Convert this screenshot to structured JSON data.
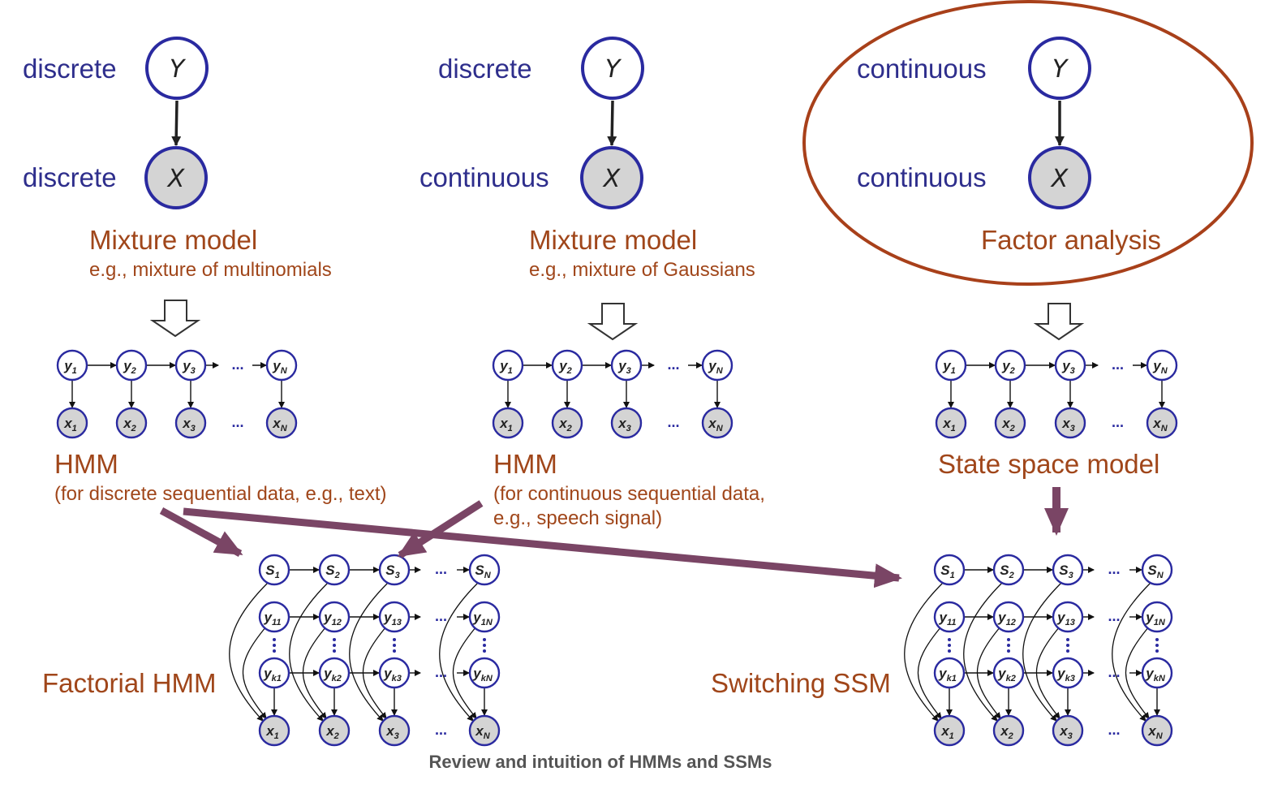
{
  "caption": "Review and intuition of HMMs and SSMs",
  "colors": {
    "node_stroke": "#2a2aa0",
    "observed_fill": "#d4d4d4",
    "label_blue": "#2e2e8c",
    "label_orange": "#a0461a",
    "big_arrow": "#7a4565",
    "highlight_ellipse": "#a8401a"
  },
  "top_models": [
    {
      "latent_type": "discrete",
      "observed_type": "discrete",
      "latent_node": "Y",
      "observed_node": "X",
      "title": "Mixture model",
      "subtitle": "e.g., mixture of multinomials"
    },
    {
      "latent_type": "discrete",
      "observed_type": "continuous",
      "latent_node": "Y",
      "observed_node": "X",
      "title": "Mixture model",
      "subtitle": "e.g., mixture of Gaussians"
    },
    {
      "latent_type": "continuous",
      "observed_type": "continuous",
      "latent_node": "Y",
      "observed_node": "X",
      "title": "Factor analysis",
      "subtitle": "",
      "highlighted": true
    }
  ],
  "sequence_models": [
    {
      "title": "HMM",
      "subtitle_lines": [
        "(for discrete sequential data, e.g., text)"
      ]
    },
    {
      "title": "HMM",
      "subtitle_lines": [
        "(for continuous sequential data,",
        "e.g., speech signal)"
      ]
    },
    {
      "title": "State space model",
      "subtitle_lines": []
    }
  ],
  "chain_nodes": {
    "latent": [
      "y1",
      "y2",
      "y3",
      "yN"
    ],
    "observed": [
      "x1",
      "x2",
      "x3",
      "xN"
    ],
    "ellipsis": "..."
  },
  "switching_models": [
    {
      "title": "Factorial HMM"
    },
    {
      "title": "Switching SSM"
    }
  ],
  "switching_nodes": {
    "switch": [
      "S1",
      "S2",
      "S3",
      "SN"
    ],
    "chain1": [
      "y11",
      "y12",
      "y13",
      "y1N"
    ],
    "chaink": [
      "yk1",
      "yk2",
      "yk3",
      "ykN"
    ],
    "observed": [
      "x1",
      "x2",
      "x3",
      "xN"
    ]
  }
}
